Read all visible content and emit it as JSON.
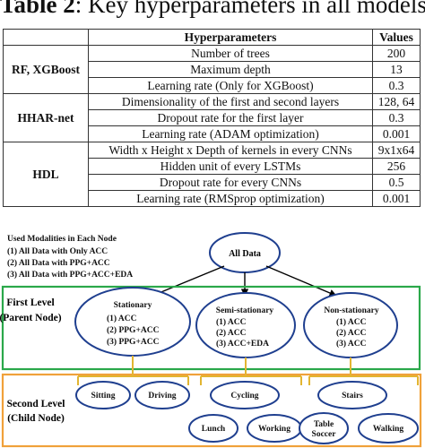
{
  "caption": {
    "label": "Table 2",
    "text": ": Key hyperparameters in all models."
  },
  "table": {
    "headers": [
      "",
      "Hyperparameters",
      "Values"
    ],
    "groups": [
      {
        "model": "RF, XGBoost",
        "rows": [
          {
            "param": "Number of trees",
            "value": "200"
          },
          {
            "param": "Maximum depth",
            "value": "13"
          },
          {
            "param": "Learning rate (Only for XGBoost)",
            "value": "0.3"
          }
        ]
      },
      {
        "model": "HHAR-net",
        "rows": [
          {
            "param": "Dimensionality of the first and second layers",
            "value": "128, 64"
          },
          {
            "param": "Dropout rate for the first layer",
            "value": "0.3"
          },
          {
            "param": "Learning rate (ADAM optimization)",
            "value": "0.001"
          }
        ]
      },
      {
        "model": "HDL",
        "rows": [
          {
            "param": "Width x Height x Depth of kernels in every CNNs",
            "value": "9x1x64"
          },
          {
            "param": "Hidden unit of every LSTMs",
            "value": "256"
          },
          {
            "param": "Dropout rate for every CNNs",
            "value": "0.5"
          },
          {
            "param": "Learning rate (RMSprop optimization)",
            "value": "0.001"
          }
        ]
      }
    ]
  },
  "diagram": {
    "legend": {
      "title": "Used Modalities in Each Node",
      "items": [
        "(1)  All Data with Only ACC",
        "(2)  All Data with PPG+ACC",
        "(3)  All Data with  PPG+ACC+EDA"
      ]
    },
    "root": "All Data",
    "first_level_label": [
      "First Level",
      "(Parent Node)"
    ],
    "second_level_label": [
      "Second Level",
      "(Child Node)"
    ],
    "parents": [
      {
        "name": "Stationary",
        "items": [
          "(1) ACC",
          "(2) PPG+ACC",
          "(3) PPG+ACC"
        ]
      },
      {
        "name": "Semi-stationary",
        "items": [
          "(1) ACC",
          "(2) ACC",
          "(3) ACC+EDA"
        ]
      },
      {
        "name": "Non-stationary",
        "items": [
          "(1) ACC",
          "(2) ACC",
          "(3) ACC"
        ]
      }
    ],
    "children": [
      {
        "name": "Sitting"
      },
      {
        "name": "Driving"
      },
      {
        "name": "Cycling"
      },
      {
        "name": "Lunch"
      },
      {
        "name": "Working"
      },
      {
        "name": "Stairs"
      },
      {
        "name": [
          "Table",
          "Soccer"
        ]
      },
      {
        "name": "Walking"
      }
    ],
    "colors": {
      "blue_outline": "#1f3f8f",
      "green_box": "#2aa84a",
      "orange_box": "#f0a13a",
      "yellow_bracket": "#e2b531",
      "arrow": "#000000"
    }
  }
}
